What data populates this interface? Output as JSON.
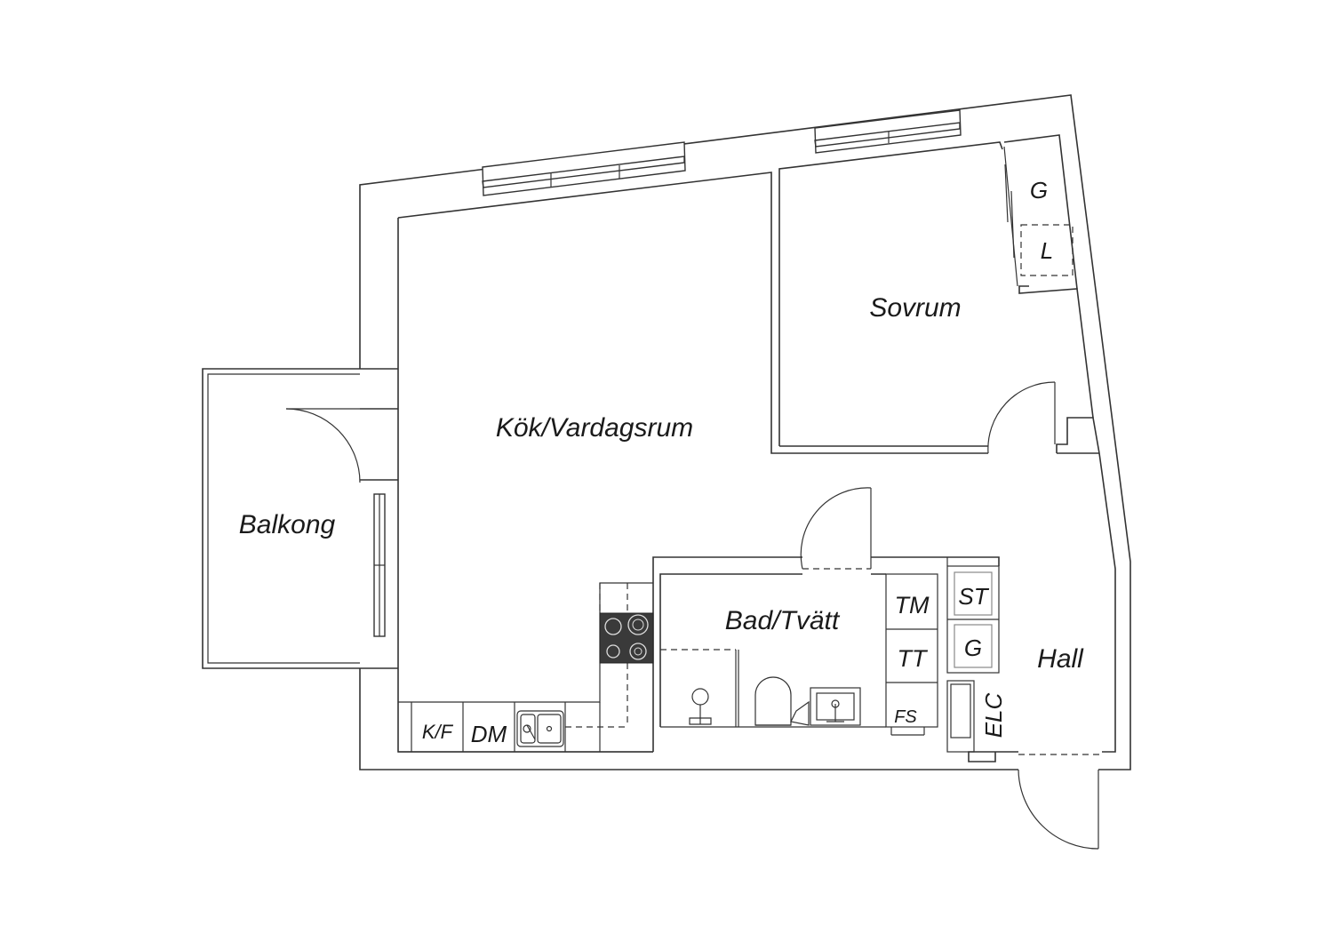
{
  "rooms": {
    "kitchen_living": "Kök/Vardagsrum",
    "bedroom": "Sovrum",
    "balcony": "Balkong",
    "bathroom": "Bad/Tvätt",
    "hall": "Hall"
  },
  "fixtures": {
    "bedroom_wardrobe_g": "G",
    "bedroom_wardrobe_l": "L",
    "fridge_freezer": "K/F",
    "dishwasher": "DM",
    "washing_machine": "TM",
    "tumble_dryer": "TT",
    "drying_cabinet": "FS",
    "hall_storage_st": "ST",
    "hall_wardrobe_g": "G",
    "electrical_cabinet": "ELC"
  }
}
